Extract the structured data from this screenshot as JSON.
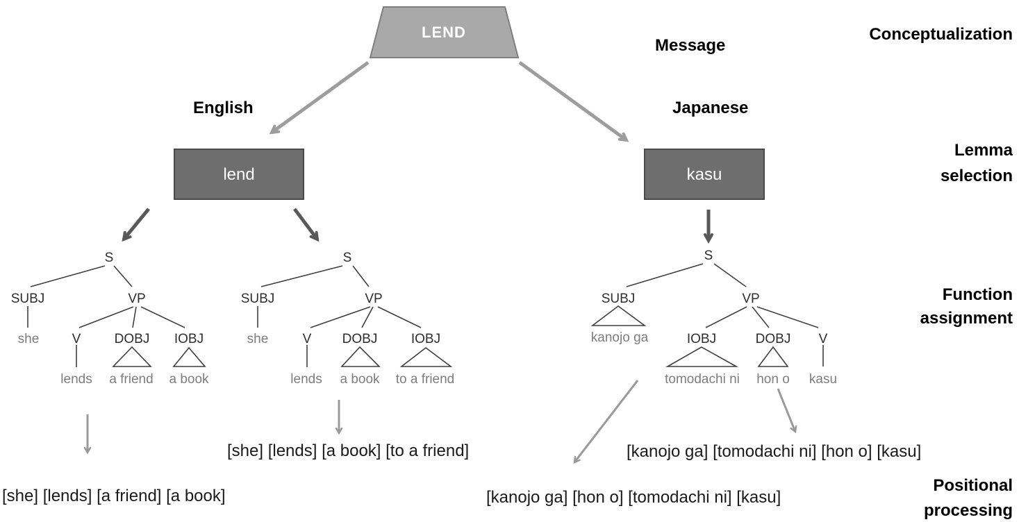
{
  "colors": {
    "concept_fill": "#a9a9a9",
    "concept_border": "#7f7f7f",
    "lemma_fill": "#6e6e6e",
    "lemma_border": "#4a4a4a",
    "arrow_light": "#9d9d9d",
    "arrow_dark": "#595959",
    "arrow_thin": "#999999",
    "tree_line": "#3f3f3f",
    "node_text": "#2e2e2e",
    "word_text": "#7d7d7d",
    "output_text": "#1a1a1a",
    "label_text": "#000000"
  },
  "concept": {
    "label": "LEND"
  },
  "stage_labels": {
    "message": "Message",
    "conceptualization": "Conceptualization",
    "lemma_selection": [
      "Lemma",
      "selection"
    ],
    "function_assignment": [
      "Function",
      "assignment"
    ],
    "positional_processing": [
      "Positional",
      "processing"
    ]
  },
  "languages": {
    "english": "English",
    "japanese": "Japanese"
  },
  "lemmas": {
    "english": "lend",
    "japanese": "kasu"
  },
  "trees": {
    "english_do": {
      "root": "S",
      "subj": "SUBJ",
      "vp": "VP",
      "subj_word": "she",
      "v": "V",
      "dobj": "DOBJ",
      "iobj": "IOBJ",
      "v_word": "lends",
      "dobj_word": "a friend",
      "iobj_word": "a book"
    },
    "english_po": {
      "root": "S",
      "subj": "SUBJ",
      "vp": "VP",
      "subj_word": "she",
      "v": "V",
      "dobj": "DOBJ",
      "iobj": "IOBJ",
      "v_word": "lends",
      "dobj_word": "a book",
      "iobj_word": "to a friend"
    },
    "japanese": {
      "root": "S",
      "subj": "SUBJ",
      "vp": "VP",
      "subj_word": "kanojo ga",
      "iobj": "IOBJ",
      "dobj": "DOBJ",
      "v": "V",
      "iobj_word": "tomodachi ni",
      "dobj_word": "hon o",
      "v_word": "kasu"
    }
  },
  "outputs": {
    "english_1": "[she] [lends] [a friend] [a book]",
    "english_2": "[she] [lends] [a book] [to a friend]",
    "japanese_1": "[kanojo ga] [tomodachi ni] [hon o] [kasu]",
    "japanese_2": "[kanojo ga] [hon o] [tomodachi ni] [kasu]"
  }
}
